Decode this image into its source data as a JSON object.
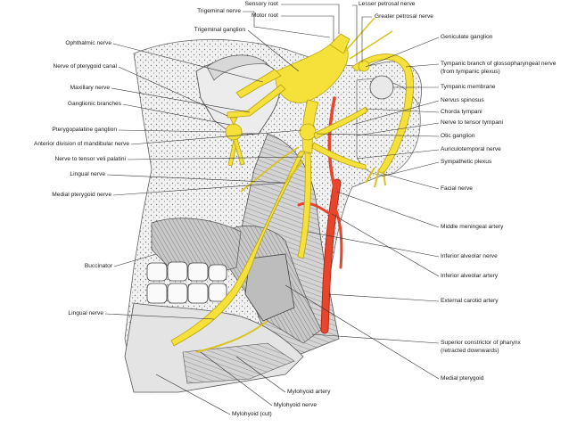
{
  "labels_top": {
    "trigeminal_nerve": "Trigeminal nerve",
    "sensory_root": "Sensory root",
    "motor_root": "Motor root",
    "trigeminal_ganglion": "Trigeminal ganglion",
    "lesser_petrosal_nerve": "Lesser petrosal nerve",
    "greater_petrosal_nerve": "Greater petrosal nerve"
  },
  "labels_left": [
    "Ophthalmic nerve",
    "Nerve of pterygoid canal",
    "Maxillary nerve",
    "Ganglionic branches",
    "Pterygopalatine ganglion",
    "Anterior division of mandibular nerve",
    "Nerve to tensor veli palatini",
    "Lingual nerve",
    "Medial pterygoid nerve",
    "Buccinator",
    "Lingual nerve"
  ],
  "labels_right": [
    "Geniculate ganglion",
    "Tympanic branch of glossopharyngeal nerve",
    "(from tympanic plexus)",
    "Tympanic membrane",
    "Nervus spinosus",
    "Chorda tympani",
    "Nerve to tensor tympani",
    "Otic ganglion",
    "Auriculotemporal nerve",
    "Sympathetic plexus",
    "Facial nerve",
    "Middle meningeal artery",
    "Inferior alveolar nerve",
    "Inferior alveolar artery",
    "External carotid artery",
    "Superior constrictor of pharynx",
    "(retracted downwards)",
    "Medial pterygoid"
  ],
  "labels_bottom": {
    "mylohyoid_artery": "Mylohyoid artery",
    "mylohyoid_nerve": "Mylohyoid nerve",
    "mylohyoid_cut": "Mylohyoid (cut)"
  },
  "colors": {
    "nerve": "#f5e13a",
    "nerve_outline": "#b9a20f",
    "artery": "#e8452c",
    "artery_dark": "#b52a16",
    "muscle": "#cfcfcf",
    "bone": "#e6e6e6",
    "line": "#333333"
  }
}
